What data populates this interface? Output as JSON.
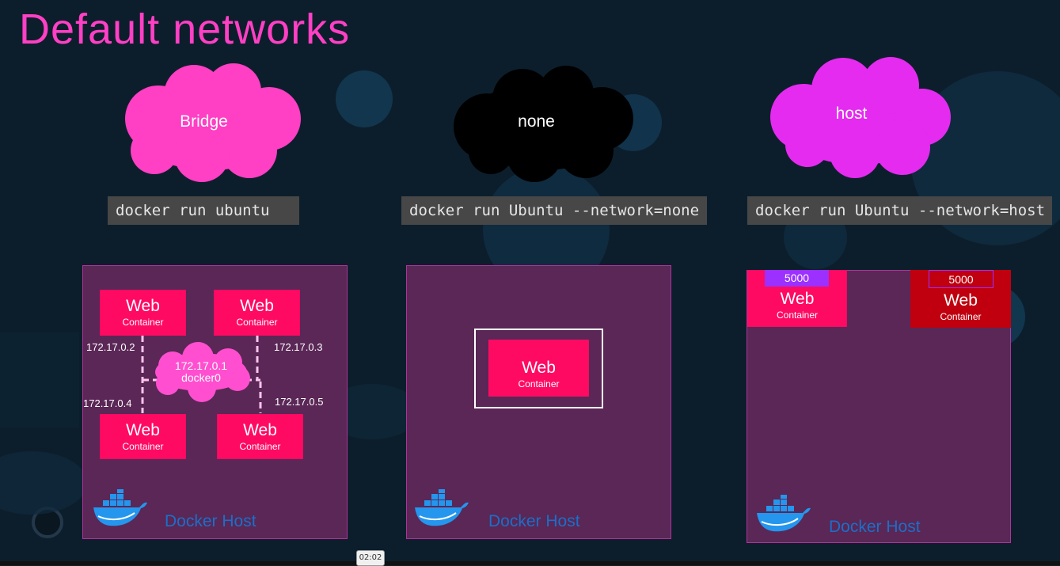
{
  "slide": {
    "title": "Default networks"
  },
  "networks": [
    {
      "name": "Bridge",
      "command": "docker run ubuntu",
      "cloud_color": "#ff3fc4"
    },
    {
      "name": "none",
      "command": "docker run Ubuntu --network=none",
      "cloud_color": "#000000"
    },
    {
      "name": "host",
      "command": "docker run Ubuntu --network=host",
      "cloud_color": "#e52bf0"
    }
  ],
  "bridge_host": {
    "containers": [
      {
        "title": "Web",
        "subtitle": "Container",
        "ip": "172.17.0.2"
      },
      {
        "title": "Web",
        "subtitle": "Container",
        "ip": "172.17.0.3"
      },
      {
        "title": "Web",
        "subtitle": "Container",
        "ip": "172.17.0.4"
      },
      {
        "title": "Web",
        "subtitle": "Container",
        "ip": "172.17.0.5"
      }
    ],
    "bridge_ip": "172.17.0.1",
    "bridge_name": "docker0",
    "host_label": "Docker Host"
  },
  "none_host": {
    "container": {
      "title": "Web",
      "subtitle": "Container"
    },
    "host_label": "Docker Host"
  },
  "host_host": {
    "containers": [
      {
        "title": "Web",
        "subtitle": "Container",
        "port": "5000"
      },
      {
        "title": "Web",
        "subtitle": "Container",
        "port": "5000"
      }
    ],
    "host_label": "Docker Host"
  },
  "player": {
    "time": "02:02"
  },
  "colors": {
    "background": "#0c1e2c",
    "title": "#ff3fc4",
    "container": "#ff0a63",
    "container_dark": "#c0000f",
    "host_box": "#5a2756",
    "host_label": "#1b6fc9",
    "port_badge": "#9b30ff"
  },
  "icons": [
    "docker-whale-icon",
    "cloud-icon"
  ]
}
